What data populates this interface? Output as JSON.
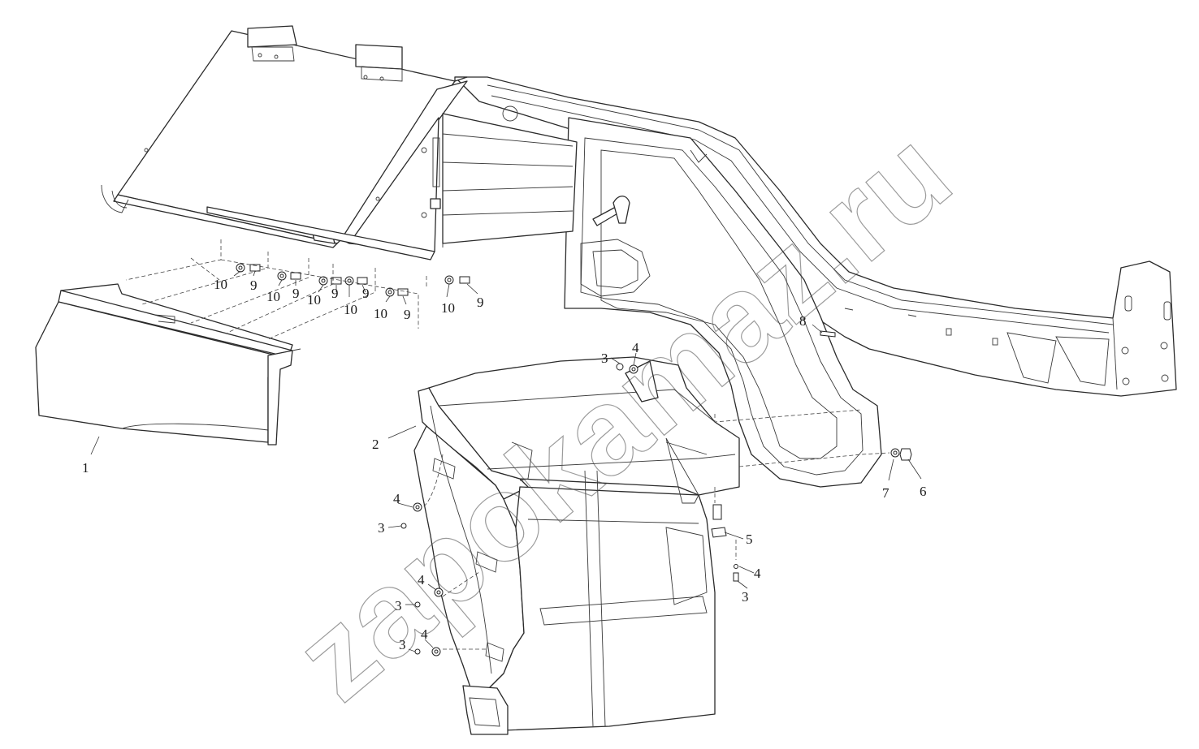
{
  "watermark": {
    "text": "zapokamaz.ru"
  },
  "callouts": [
    {
      "id": "c1",
      "label": "1"
    },
    {
      "id": "c2",
      "label": "2"
    },
    {
      "id": "c3a",
      "label": "3"
    },
    {
      "id": "c4a",
      "label": "4"
    },
    {
      "id": "c3b",
      "label": "3"
    },
    {
      "id": "c4b",
      "label": "4"
    },
    {
      "id": "c3c",
      "label": "3"
    },
    {
      "id": "c4c",
      "label": "4"
    },
    {
      "id": "c3d",
      "label": "3"
    },
    {
      "id": "c4d",
      "label": "4"
    },
    {
      "id": "c3e",
      "label": "3"
    },
    {
      "id": "c4e",
      "label": "4"
    },
    {
      "id": "c5",
      "label": "5"
    },
    {
      "id": "c6",
      "label": "6"
    },
    {
      "id": "c7",
      "label": "7"
    },
    {
      "id": "c8",
      "label": "8"
    },
    {
      "id": "c9a",
      "label": "9"
    },
    {
      "id": "c9b",
      "label": "9"
    },
    {
      "id": "c9c",
      "label": "9"
    },
    {
      "id": "c9d",
      "label": "9"
    },
    {
      "id": "c9e",
      "label": "9"
    },
    {
      "id": "c9f",
      "label": "9"
    },
    {
      "id": "c10a",
      "label": "10"
    },
    {
      "id": "c10b",
      "label": "10"
    },
    {
      "id": "c10c",
      "label": "10"
    },
    {
      "id": "c10d",
      "label": "10"
    },
    {
      "id": "c10e",
      "label": "10"
    },
    {
      "id": "c10f",
      "label": "10"
    }
  ]
}
